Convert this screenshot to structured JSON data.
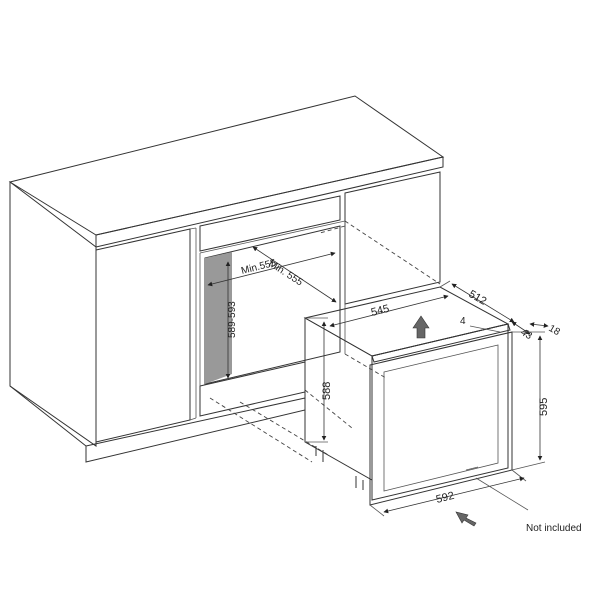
{
  "dimensions": {
    "niche_width_top": "Min.555",
    "niche_depth": "Min. 555",
    "niche_height": "589-593",
    "appliance_width_top": "545",
    "appliance_depth": "512",
    "vent_gap": "4",
    "door_offset": "43",
    "door_thickness": "18",
    "appliance_height": "588",
    "total_height": "595",
    "front_width": "592"
  },
  "note": "Not included",
  "colors": {
    "niche_fill": "#a6a6a6",
    "glass_fill": "#9a9a9a",
    "frame_fill": "#b9b9b9",
    "line": "#333333"
  }
}
